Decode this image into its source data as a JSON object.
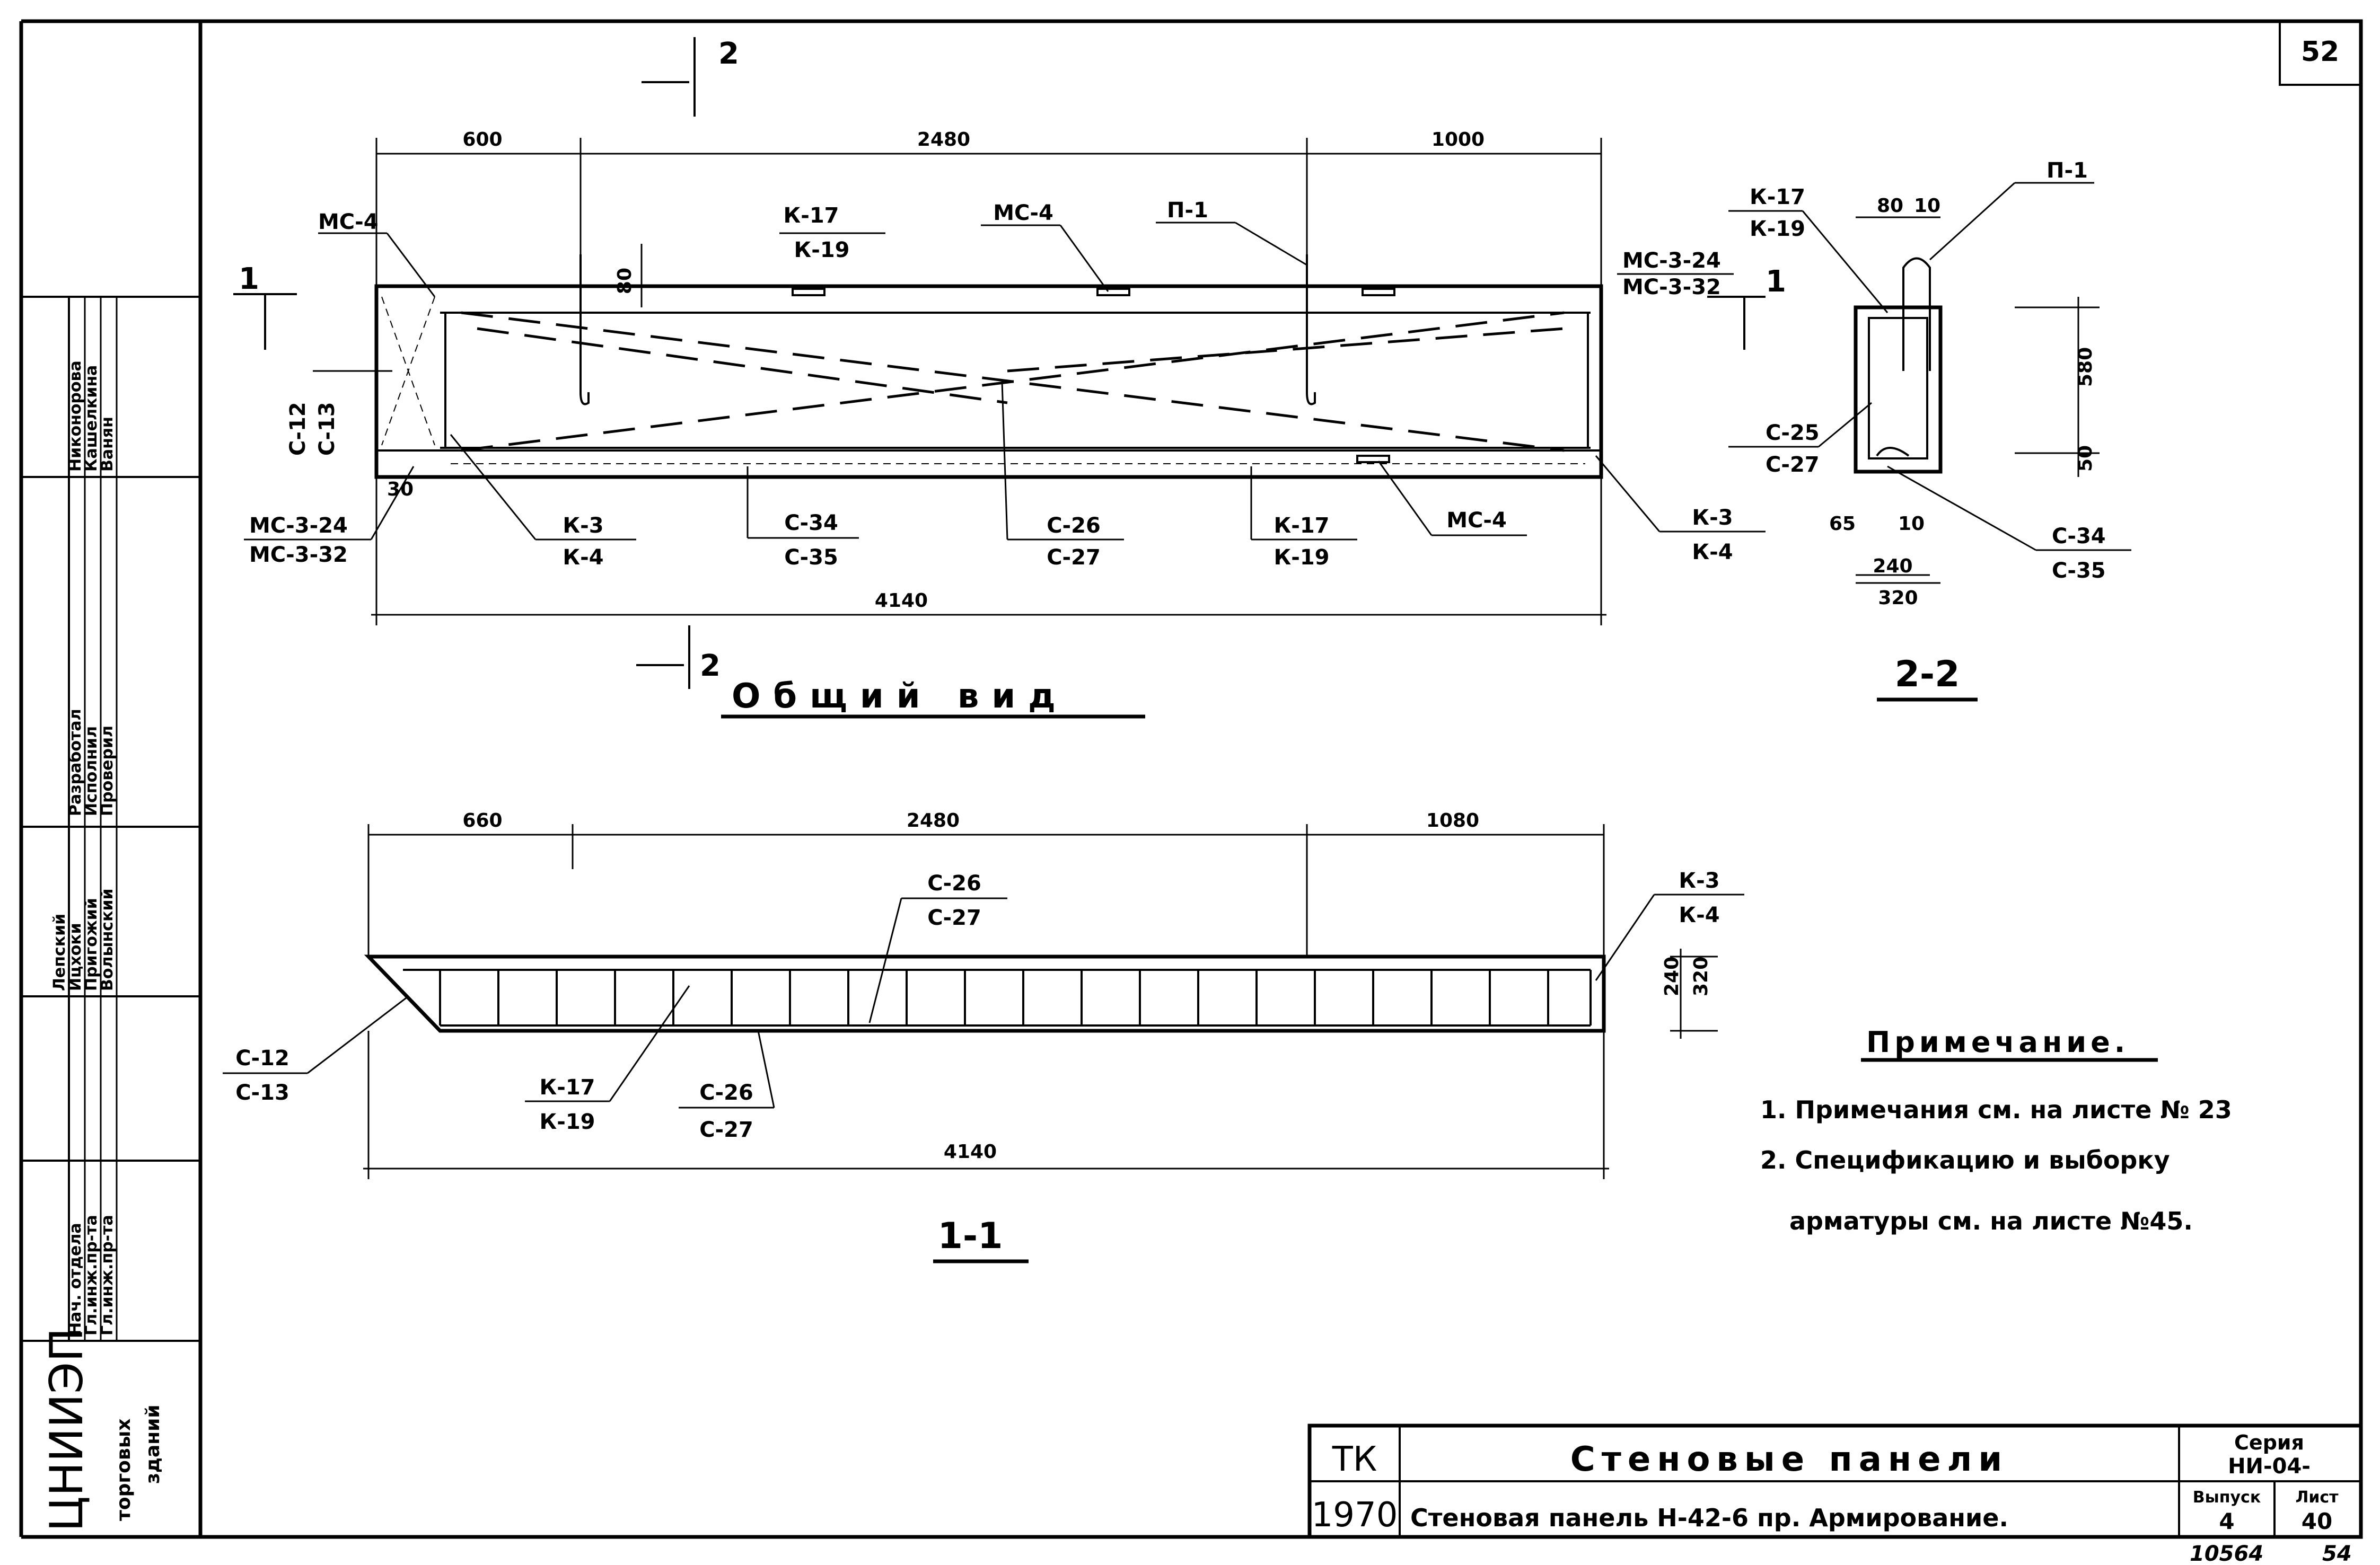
{
  "sheet_number": "52",
  "views": {
    "general": {
      "title": "Общий вид",
      "dims_top": [
        "600",
        "2480",
        "1000"
      ],
      "dim_total": "4140",
      "dim_80": "80",
      "dim_30": "30",
      "section_marks": [
        "1",
        "1",
        "2",
        "2"
      ],
      "labels": {
        "mc4_a": "МС-4",
        "mc4_b": "МС-4",
        "mc4_c": "МС-4",
        "k17_top": "К-17",
        "k19_top": "К-19",
        "p1": "П-1",
        "mc324_right": "МС-3-24",
        "mc332_right": "МС-3-32",
        "c12": "С-12",
        "c13": "С-13",
        "mc324_left": "МС-3-24",
        "mc332_left": "МС-3-32",
        "k3": "К-3",
        "k4": "К-4",
        "c34": "С-34",
        "c35": "С-35",
        "c26": "С-26",
        "c27": "С-27",
        "k17_bot": "К-17",
        "k19_bot": "К-19",
        "k3_right": "К-3",
        "k4_right": "К-4"
      }
    },
    "section22": {
      "title": "2-2",
      "labels": {
        "k17": "К-17",
        "k19": "К-19",
        "p1": "П-1",
        "c25": "С-25",
        "c27": "С-27",
        "c34": "С-34",
        "c35": "С-35"
      },
      "dims": [
        "80",
        "10",
        "580",
        "50",
        "65",
        "10",
        "240",
        "320"
      ]
    },
    "section11": {
      "title": "1-1",
      "dims_top": [
        "660",
        "2480",
        "1080"
      ],
      "dim_total": "4140",
      "dims_right": [
        "240",
        "320"
      ],
      "labels": {
        "c26_top": "С-26",
        "c27_top": "С-27",
        "k3": "К-3",
        "k4": "К-4",
        "c12": "С-12",
        "c13": "С-13",
        "k17": "К-17",
        "k19": "К-19",
        "c26_bot": "С-26",
        "c27_bot": "С-27"
      }
    }
  },
  "notes": {
    "title": "Примечание.",
    "items": [
      "1. Примечания см. на листе № 23",
      "2. Спецификацию и выборку",
      "арматуры см. на листе №45."
    ]
  },
  "side_block": {
    "org": "ЦНИИЭП",
    "org_sub": [
      "торговых",
      "зданий"
    ],
    "rows": [
      [
        "Разработал",
        "Никонорова"
      ],
      [
        "Исполнил",
        "Кашелкина"
      ],
      [
        "Проверил",
        "Ванян"
      ],
      [
        "Лепский",
        ""
      ],
      [
        "Ицхоки",
        ""
      ],
      [
        "Пригожий",
        ""
      ],
      [
        "Волынский",
        ""
      ],
      [
        "Нач. отдела",
        ""
      ],
      [
        "Гл.инж.пр-та",
        ""
      ],
      [
        "Гл.инж.пр-та",
        ""
      ]
    ]
  },
  "title_block": {
    "org": "ТК",
    "year": "1970",
    "title": "Стеновые панели",
    "subtitle": "Стеновая панель Н-42-6 пр. Армирование.",
    "series_label": "Серия",
    "series": "НИ-04-",
    "issue_label": "Выпуск",
    "issue": "4",
    "sheet_label": "Лист",
    "sheet": "40",
    "below_left": "10564",
    "below_right": "54"
  }
}
